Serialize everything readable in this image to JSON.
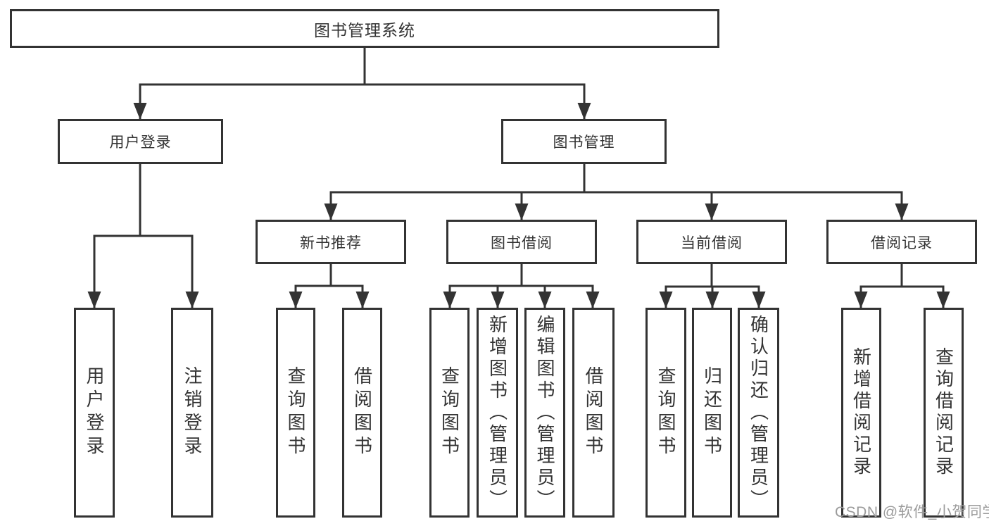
{
  "colors": {
    "line": "#333333",
    "box_border": "#333333",
    "text": "#333333",
    "background": "#ffffff",
    "watermark": "#9b9b9b"
  },
  "watermark": "CSDN @软件_小贺同学",
  "nodes": {
    "root": {
      "label": "图书管理系统",
      "children": [
        "user_login",
        "book_mgmt"
      ]
    },
    "user_login": {
      "label": "用户登录",
      "children": [
        "ul_login",
        "ul_logout"
      ]
    },
    "book_mgmt": {
      "label": "图书管理",
      "children": [
        "new_books",
        "book_borrow",
        "current_borrow",
        "borrow_records"
      ]
    },
    "new_books": {
      "label": "新书推荐",
      "children": [
        "nb_query",
        "nb_borrow"
      ]
    },
    "book_borrow": {
      "label": "图书借阅",
      "children": [
        "bb_query",
        "bb_add",
        "bb_edit",
        "bb_borrow"
      ]
    },
    "current_borrow": {
      "label": "当前借阅",
      "children": [
        "cb_query",
        "cb_return",
        "cb_confirm"
      ]
    },
    "borrow_records": {
      "label": "借阅记录",
      "children": [
        "br_add",
        "br_query"
      ]
    },
    "ul_login": {
      "label": "用户登录"
    },
    "ul_logout": {
      "label": "注销登录"
    },
    "nb_query": {
      "label": "查询图书"
    },
    "nb_borrow": {
      "label": "借阅图书"
    },
    "bb_query": {
      "label": "查询图书"
    },
    "bb_add": {
      "label": "新增图书（管理员）"
    },
    "bb_edit": {
      "label": "编辑图书（管理员）"
    },
    "bb_borrow": {
      "label": "借阅图书"
    },
    "cb_query": {
      "label": "查询图书"
    },
    "cb_return": {
      "label": "归还图书"
    },
    "cb_confirm": {
      "label": "确认归还（管理员）"
    },
    "br_add": {
      "label": "新增借阅记录"
    },
    "br_query": {
      "label": "查询借阅记录"
    }
  }
}
